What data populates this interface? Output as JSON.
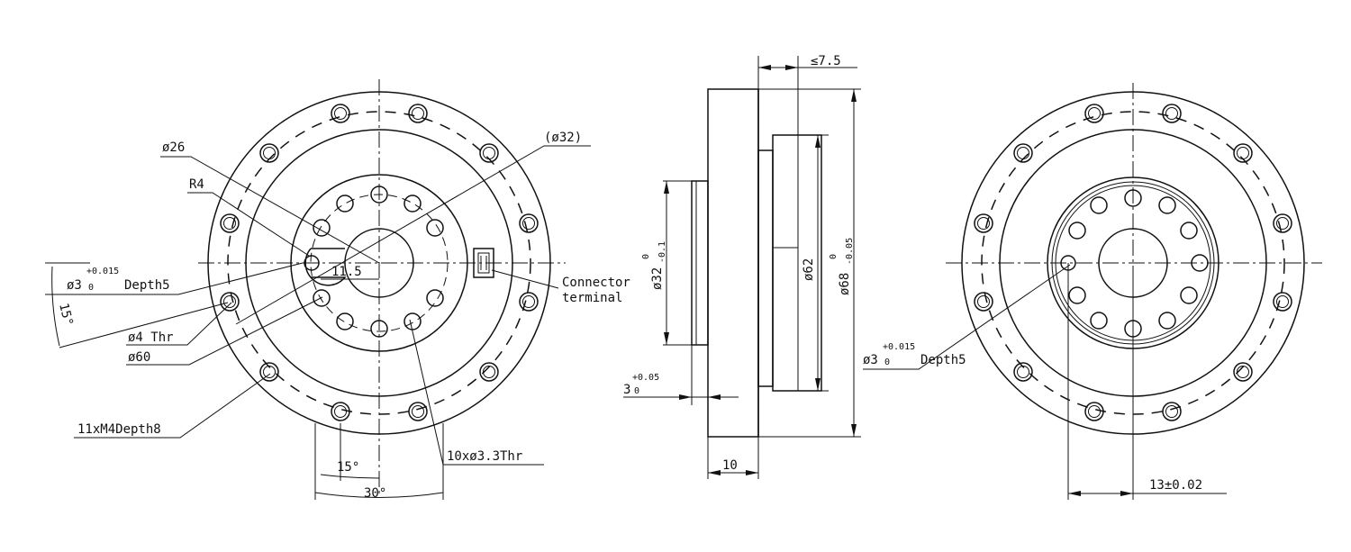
{
  "labels": {
    "d26": "ø26",
    "r4": "R4",
    "d32": "(ø32)",
    "bore_left_main": "ø3",
    "tol_upper": "+0.015",
    "tol_lower": "0",
    "depth5": "Depth5",
    "angle15_side": "15°",
    "m4_thr": "ø4 Thr",
    "d60": "ø60",
    "m4_holes": "11xM4Depth8",
    "angle15_bottom": "15°",
    "angle30": "30°",
    "holes_33": "10xø3.3Thr",
    "dim_11_5": "11.5",
    "connector_1": "Connector",
    "connector_2": "terminal",
    "le_7_5": "≤7.5",
    "d32_side": "ø32",
    "d32_tol_upper": "0",
    "d32_tol_lower": "-0.1",
    "d62": "ø62",
    "d68": "ø68",
    "d68_tol_upper": "0",
    "d68_tol_lower": "-0.05",
    "dim_3_main": "3",
    "dim_3_tol_upper": "+0.05",
    "dim_3_tol_lower": "0",
    "dim_10": "10",
    "bore_right_main": "ø3",
    "dim_13": "13±0.02"
  }
}
